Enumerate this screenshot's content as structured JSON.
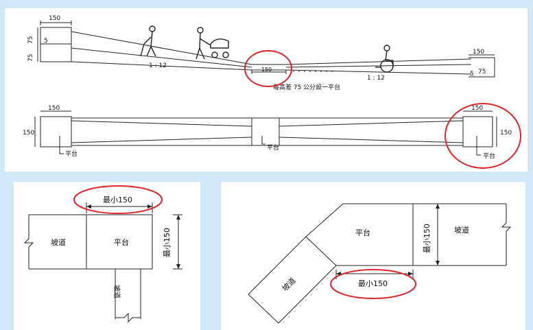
{
  "top": {
    "dims": {
      "w150_left": "150",
      "h75_a": "75",
      "h75_b": "75",
      "mark5_left": "5",
      "slope_left": "1 : 12",
      "landing_mid": "150",
      "slope_right": "1 : 12",
      "w150_right": "150",
      "h75_right": "75",
      "mark5_right": "5",
      "note": "每高差 75 公分設一平台"
    },
    "plan": {
      "w150_left": "150",
      "h150_left": "150",
      "landing_left": "平台",
      "landing_mid": "平台",
      "w150_right": "150",
      "h150_right": "150",
      "landing_right": "平台"
    }
  },
  "bottom_left": {
    "min_width": "最小150",
    "min_height": "最小150",
    "ramp_left": "坡道",
    "landing": "平台",
    "ramp_bottom": "坡道"
  },
  "bottom_right": {
    "landing": "平台",
    "ramp_right": "坡道",
    "ramp_diag": "坡道",
    "min_height": "最小150",
    "min_width": "最小150"
  },
  "colors": {
    "background": "#cfe9f9",
    "highlight_circle": "#e0242a",
    "line": "#222222"
  }
}
